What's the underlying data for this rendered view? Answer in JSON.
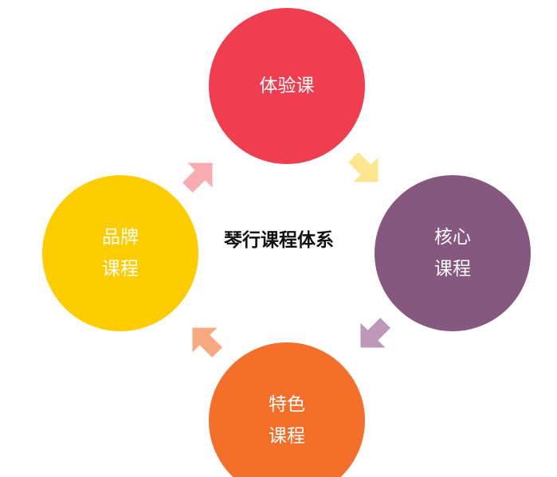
{
  "title": "琴行课程体系",
  "nodes": {
    "top": {
      "lines": [
        "体验课"
      ],
      "color": "#ef3e4f"
    },
    "right": {
      "lines": [
        "核心",
        "课程"
      ],
      "color": "#87587f"
    },
    "bottom": {
      "lines": [
        "特色",
        "课程"
      ],
      "color": "#f36f2a"
    },
    "left": {
      "lines": [
        "品牌",
        "课程"
      ],
      "color": "#fecd00"
    }
  },
  "arrows": [
    {
      "from": "left",
      "to": "top",
      "color": "#f9acb1"
    },
    {
      "from": "top",
      "to": "right",
      "color": "#fde78e"
    },
    {
      "from": "right",
      "to": "bottom",
      "color": "#bd98b8"
    },
    {
      "from": "bottom",
      "to": "left",
      "color": "#f8a980"
    }
  ]
}
